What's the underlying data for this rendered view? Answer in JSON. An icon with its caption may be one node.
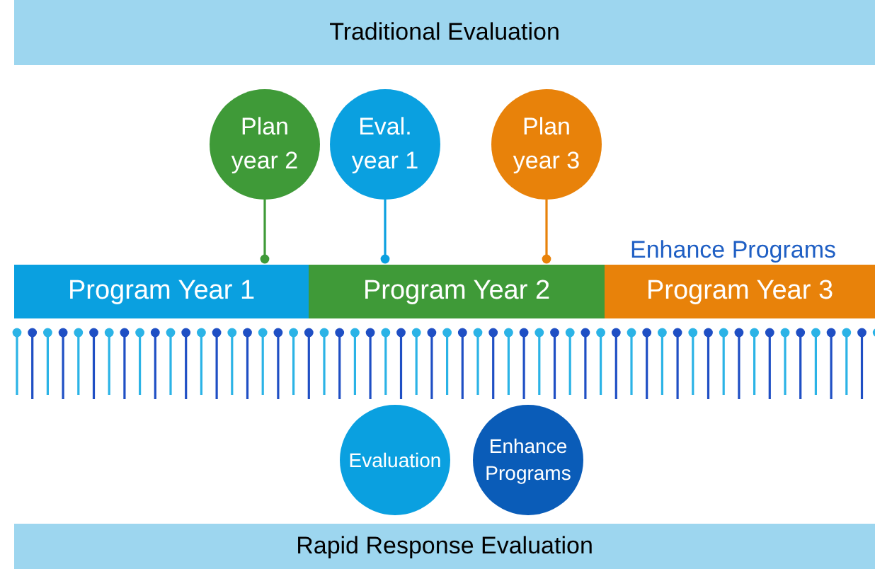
{
  "diagram": {
    "nodes": [
      {
        "text": [
          "Traditional Evaluation"
        ]
      },
      {
        "text": [
          "Plan year 2"
        ]
      },
      {
        "text": [
          "Eval. year 1"
        ]
      },
      {
        "text": [
          "Plan year 3"
        ]
      },
      {
        "text": [
          "Program Year 1"
        ]
      },
      {
        "text": [
          "Program Year 2"
        ]
      },
      {
        "text": [
          "Program Year 3"
        ]
      },
      {
        "text": [
          "Evaluation"
        ]
      },
      {
        "text": [
          "Enhance Programs"
        ]
      },
      {
        "text": [
          "Rapid Response Evaluation"
        ]
      }
    ],
    "edges": [
      {
        "from": 1,
        "to": 4,
        "arrow": "other",
        "color": "#3f9a38"
      },
      {
        "from": 2,
        "to": 5,
        "arrow": "other",
        "color": "#0aa0e0"
      },
      {
        "from": 3,
        "to": 5,
        "arrow": "other",
        "color": "#e8820a"
      }
    ],
    "labels": [
      "Enhance Programs"
    ]
  }
}
